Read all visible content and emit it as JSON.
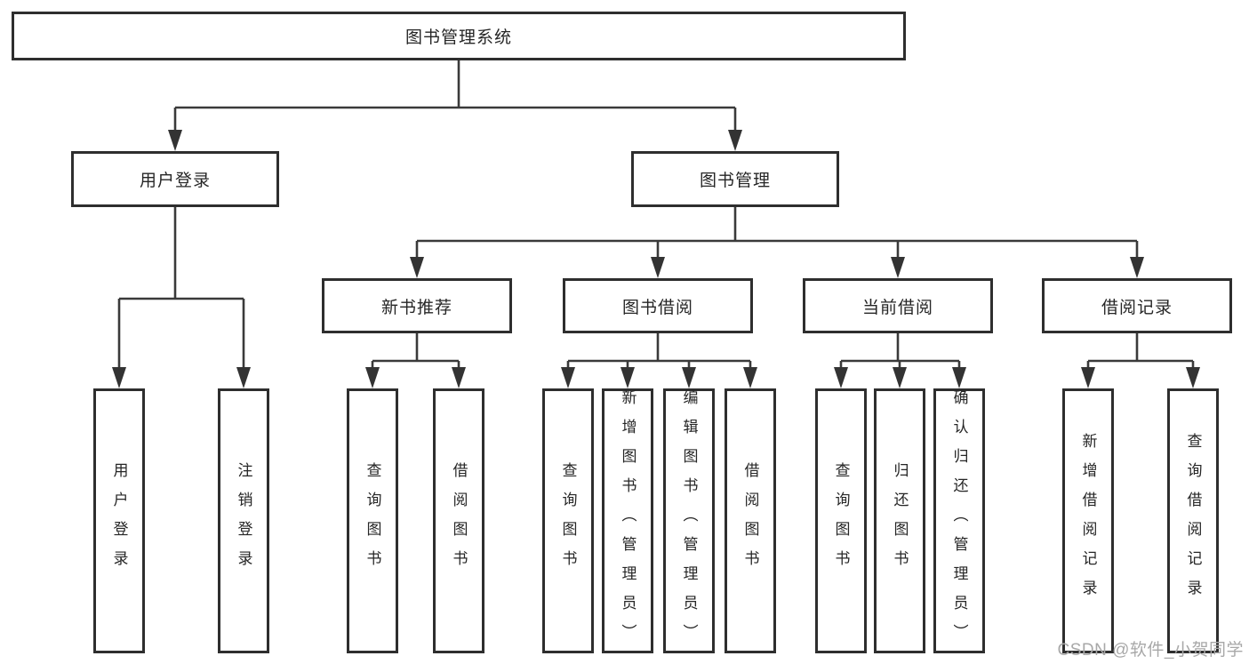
{
  "colors": {
    "box_border": "#2e2e2e",
    "connector_line": "#3a3a3a",
    "arrowhead": "#333333",
    "text": "#262626",
    "watermark": "#a8a8a8",
    "background": "#ffffff"
  },
  "root": {
    "label": "图书管理系统"
  },
  "branches": [
    {
      "label": "用户登录"
    },
    {
      "label": "图书管理"
    }
  ],
  "modules": [
    {
      "label": "新书推荐"
    },
    {
      "label": "图书借阅"
    },
    {
      "label": "当前借阅"
    },
    {
      "label": "借阅记录"
    }
  ],
  "leaves": [
    {
      "label": "用户登录"
    },
    {
      "label": "注销登录"
    },
    {
      "label": "查询图书"
    },
    {
      "label": "借阅图书"
    },
    {
      "label": "查询图书"
    },
    {
      "label": "新增图书（管理员）"
    },
    {
      "label": "编辑图书（管理员）"
    },
    {
      "label": "借阅图书"
    },
    {
      "label": "查询图书"
    },
    {
      "label": "归还图书"
    },
    {
      "label": "确认归还（管理员）"
    },
    {
      "label": "新增借阅记录"
    },
    {
      "label": "查询借阅记录"
    }
  ],
  "watermark": {
    "label": "CSDN @软件_小贺同学"
  }
}
